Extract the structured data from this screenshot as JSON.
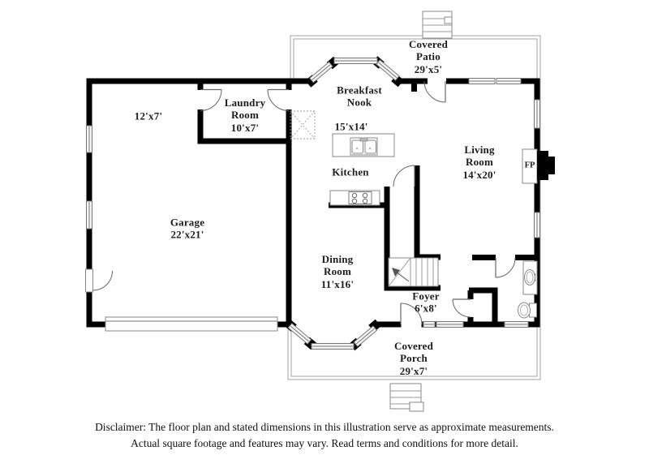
{
  "floor_plan": {
    "rooms": [
      {
        "key": "covered_patio",
        "label": "Covered Patio",
        "dims": "29'x5'"
      },
      {
        "key": "breakfast_nook",
        "label": "Breakfast Nook",
        "dims": ""
      },
      {
        "key": "laundry_room",
        "label": "Laundry Room",
        "dims": "10'x7'"
      },
      {
        "key": "storage_nook",
        "label": "",
        "dims": "12'x7'"
      },
      {
        "key": "kitchen_size",
        "label": "",
        "dims": "15'x14'"
      },
      {
        "key": "kitchen",
        "label": "Kitchen",
        "dims": ""
      },
      {
        "key": "living_room",
        "label": "Living Room",
        "dims": "14'x20'"
      },
      {
        "key": "garage",
        "label": "Garage",
        "dims": "22'x21'"
      },
      {
        "key": "dining_room",
        "label": "Dining Room",
        "dims": "11'x16'"
      },
      {
        "key": "foyer",
        "label": "Foyer",
        "dims": "6'x8'"
      },
      {
        "key": "covered_porch",
        "label": "Covered Porch",
        "dims": "29'x7'"
      }
    ],
    "fireplace_label": "FP",
    "colors": {
      "walls": "#000000",
      "outline": "#a3a3a3",
      "text": "#1c1c1c",
      "background": "#ffffff"
    }
  },
  "disclaimer": {
    "line1": "Disclaimer: The floor plan and stated dimensions in this illustration serve as approximate measurements.",
    "line2": "Actual square footage and features may vary. Read terms and conditions for more detail."
  }
}
